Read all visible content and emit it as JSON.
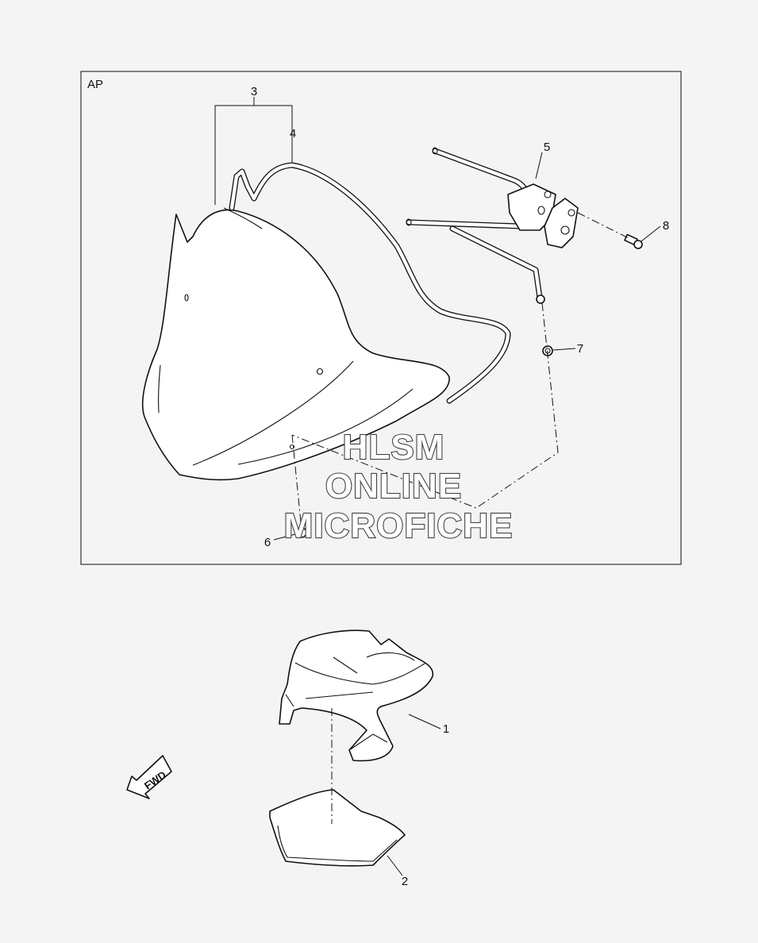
{
  "panel": {
    "label": "AP"
  },
  "watermark": {
    "line1": "HLSM",
    "line2": "ONLINE",
    "line3": "MICROFICHE"
  },
  "fwd_arrow": {
    "label": "FWD"
  },
  "callouts": [
    {
      "id": "1",
      "label": "1"
    },
    {
      "id": "2",
      "label": "2"
    },
    {
      "id": "3",
      "label": "3"
    },
    {
      "id": "4",
      "label": "4"
    },
    {
      "id": "5",
      "label": "5"
    },
    {
      "id": "6",
      "label": "6"
    },
    {
      "id": "7",
      "label": "7"
    },
    {
      "id": "8",
      "label": "8"
    }
  ]
}
